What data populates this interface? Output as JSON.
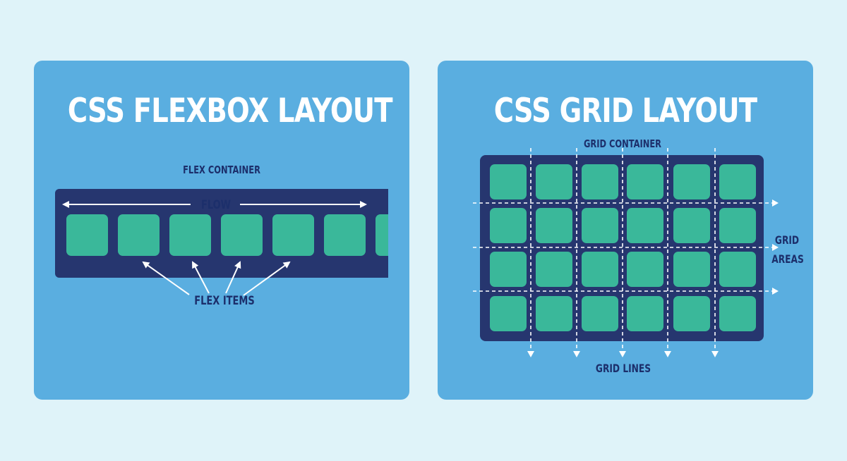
{
  "flexbox": {
    "title": "CSS FLEXBOX LAYOUT",
    "container_label": "FLEX CONTAINER",
    "flow_label": "FLOW",
    "items_label": "FLEX ITEMS"
  },
  "grid": {
    "title": "CSS GRID LAYOUT",
    "container_label": "GRID CONTAINER",
    "areas_label_line1": "GRID",
    "areas_label_line2": "AREAS",
    "lines_label": "GRID LINES"
  },
  "colors": {
    "page_background": "#dff3f9",
    "panel": "#5aaee0",
    "container": "#26366f",
    "item": "#3ab89a",
    "text_dark": "#1c2f6b",
    "text_light": "#ffffff"
  }
}
